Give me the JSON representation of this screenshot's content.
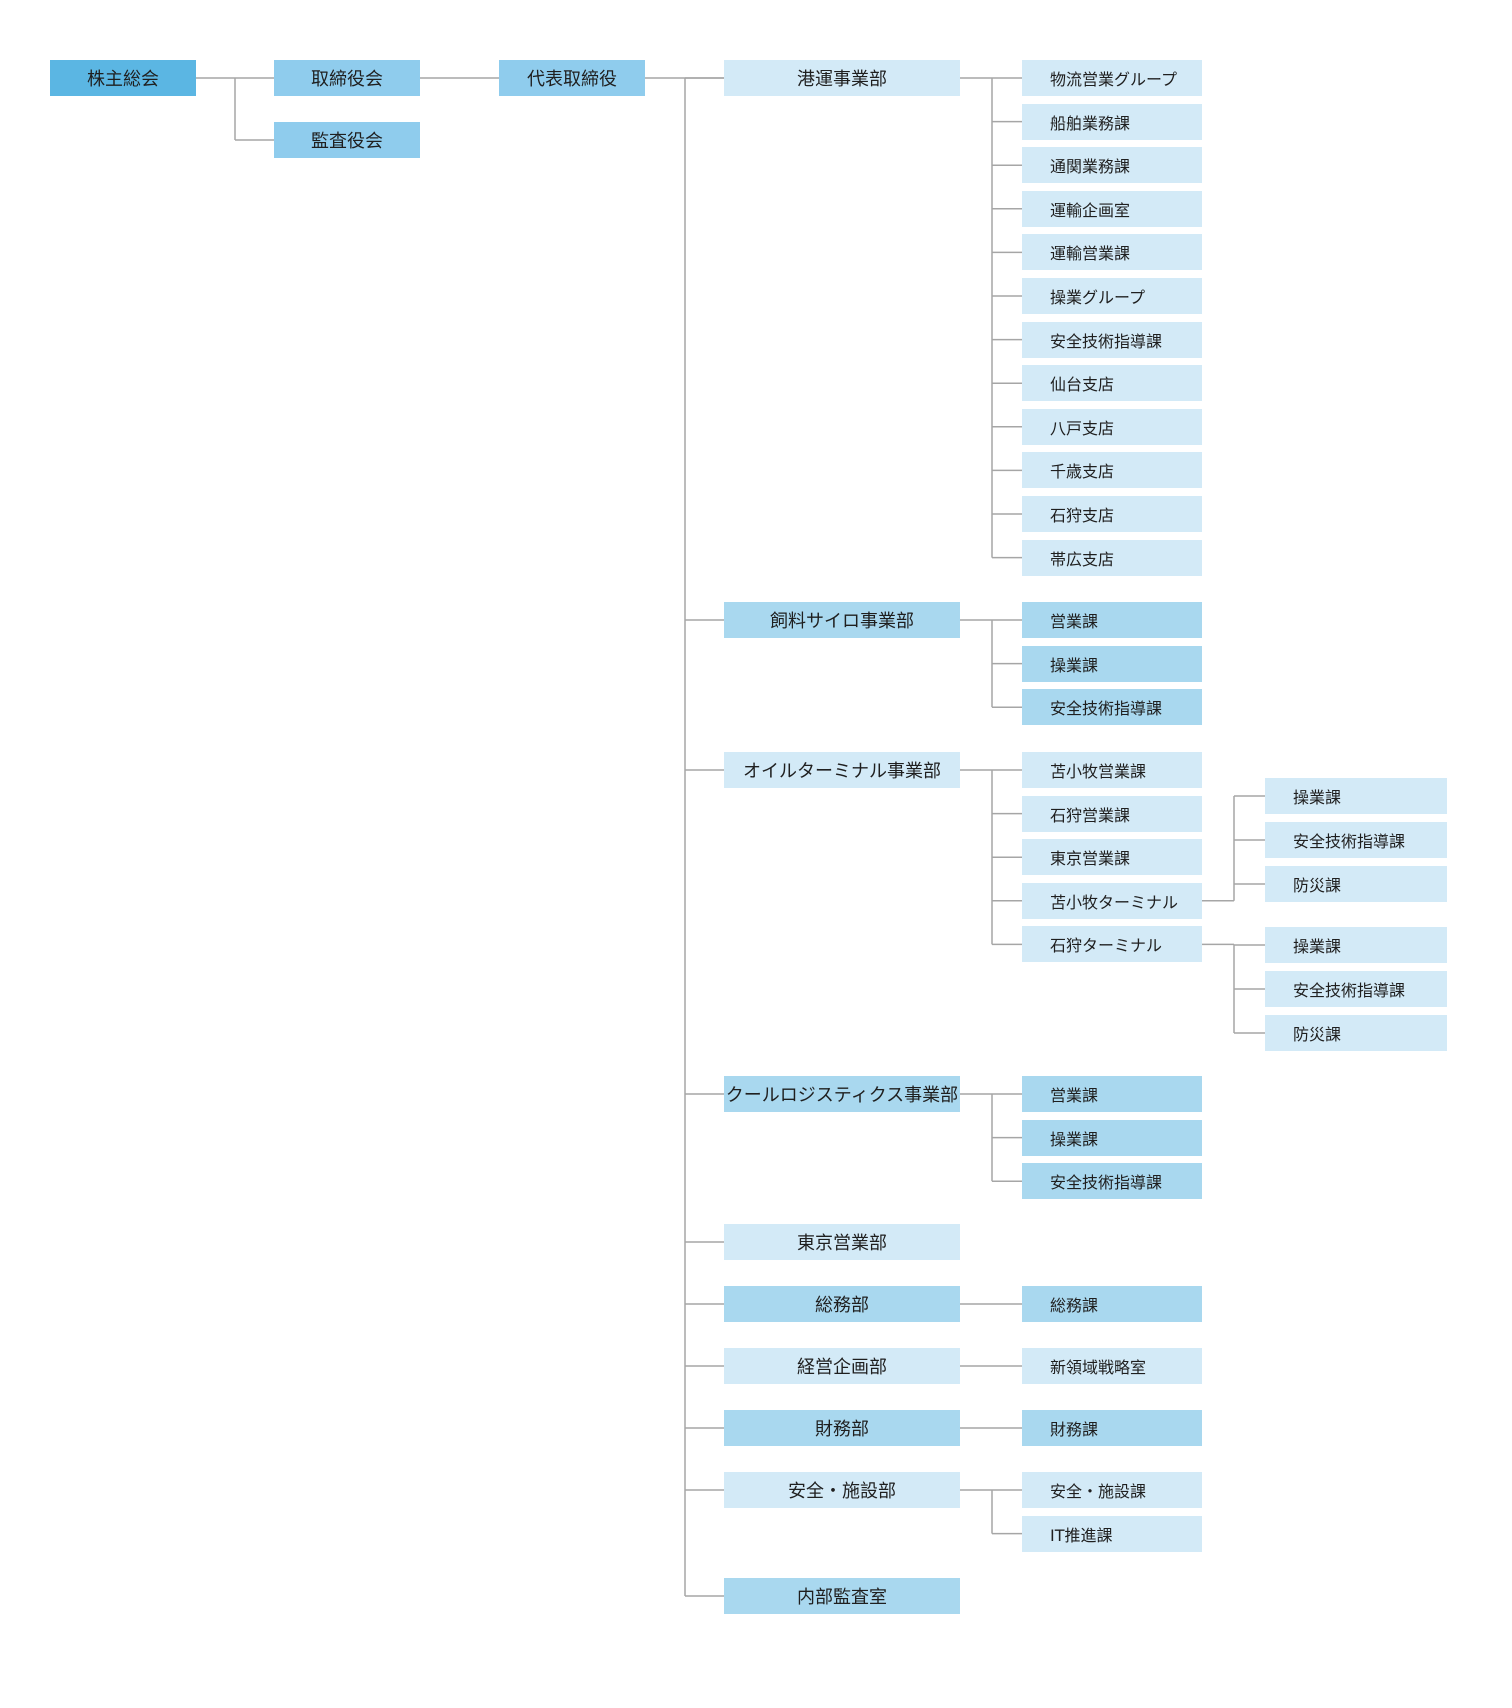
{
  "colors": {
    "top": "#5bb6e3",
    "mid": "#8fcced",
    "dark": "#a9d8ef",
    "light": "#d3eaf7",
    "line": "#a6a6a6"
  },
  "org": {
    "name": "株主総会",
    "children": [
      {
        "name": "取締役会",
        "children": [
          {
            "name": "代表取締役",
            "children": [
              {
                "name": "港運事業部",
                "children": [
                  {
                    "name": "物流営業グループ"
                  },
                  {
                    "name": "船舶業務課"
                  },
                  {
                    "name": "通関業務課"
                  },
                  {
                    "name": "運輸企画室"
                  },
                  {
                    "name": "運輸営業課"
                  },
                  {
                    "name": "操業グループ"
                  },
                  {
                    "name": "安全技術指導課"
                  },
                  {
                    "name": "仙台支店"
                  },
                  {
                    "name": "八戸支店"
                  },
                  {
                    "name": "千歳支店"
                  },
                  {
                    "name": "石狩支店"
                  },
                  {
                    "name": "帯広支店"
                  }
                ]
              },
              {
                "name": "飼料サイロ事業部",
                "children": [
                  {
                    "name": "営業課"
                  },
                  {
                    "name": "操業課"
                  },
                  {
                    "name": "安全技術指導課"
                  }
                ]
              },
              {
                "name": "オイルターミナル事業部",
                "children": [
                  {
                    "name": "苫小牧営業課"
                  },
                  {
                    "name": "石狩営業課"
                  },
                  {
                    "name": "東京営業課"
                  },
                  {
                    "name": "苫小牧ターミナル",
                    "children": [
                      {
                        "name": "操業課"
                      },
                      {
                        "name": "安全技術指導課"
                      },
                      {
                        "name": "防災課"
                      }
                    ]
                  },
                  {
                    "name": "石狩ターミナル",
                    "children": [
                      {
                        "name": "操業課"
                      },
                      {
                        "name": "安全技術指導課"
                      },
                      {
                        "name": "防災課"
                      }
                    ]
                  }
                ]
              },
              {
                "name": "クールロジスティクス事業部",
                "children": [
                  {
                    "name": "営業課"
                  },
                  {
                    "name": "操業課"
                  },
                  {
                    "name": "安全技術指導課"
                  }
                ]
              },
              {
                "name": "東京営業部"
              },
              {
                "name": "総務部",
                "children": [
                  {
                    "name": "総務課"
                  }
                ]
              },
              {
                "name": "経営企画部",
                "children": [
                  {
                    "name": "新領域戦略室"
                  }
                ]
              },
              {
                "name": "財務部",
                "children": [
                  {
                    "name": "財務課"
                  }
                ]
              },
              {
                "name": "安全・施設部",
                "children": [
                  {
                    "name": "安全・施設課"
                  },
                  {
                    "name": "IT推進課"
                  }
                ]
              },
              {
                "name": "内部監査室"
              }
            ]
          }
        ]
      },
      {
        "name": "監査役会"
      }
    ]
  }
}
